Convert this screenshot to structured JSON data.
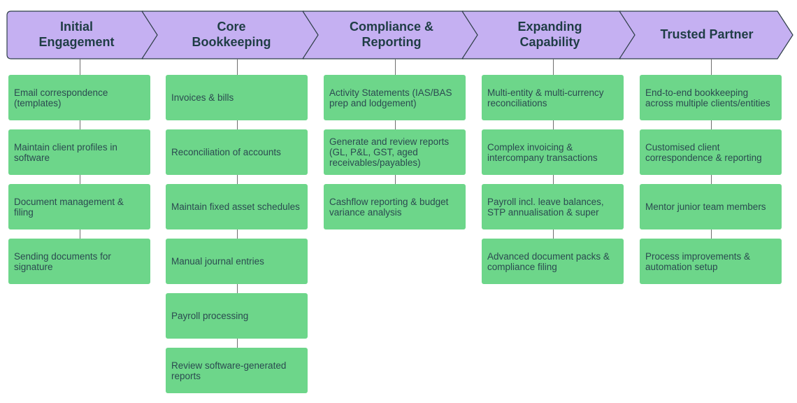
{
  "colors": {
    "stage_fill": "#c5b0f2",
    "stage_stroke": "#2f3f49",
    "card_fill": "#6dd68a",
    "stage_text": "#1f3d45",
    "card_text": "#2b4a50",
    "connector": "#6e6e6e"
  },
  "stages": [
    {
      "title": "Initial\nEngagement",
      "items": [
        "Email correspondence (templates)",
        "Maintain client profiles in software",
        "Document management & filing",
        "Sending documents for signature"
      ]
    },
    {
      "title": "Core\nBookkeeping",
      "items": [
        "Invoices & bills",
        "Reconciliation of accounts",
        "Maintain fixed asset schedules",
        "Manual journal entries",
        "Payroll processing",
        "Review software-generated reports"
      ]
    },
    {
      "title": "Compliance &\nReporting",
      "items": [
        "Activity Statements (IAS/BAS prep and lodgement)",
        "Generate and review reports (GL, P&L, GST, aged receivables/payables)",
        "Cashflow reporting & budget variance analysis"
      ]
    },
    {
      "title": "Expanding\nCapability",
      "items": [
        "Multi-entity & multi-currency reconciliations",
        "Complex invoicing & intercompany transactions",
        "Payroll incl. leave balances, STP annualisation & super",
        "Advanced document packs & compliance filing"
      ]
    },
    {
      "title": "Trusted Partner",
      "items": [
        "End-to-end bookkeeping across multiple clients/entities",
        "Customised client correspondence & reporting",
        "Mentor junior team members",
        "Process improvements & automation setup"
      ]
    }
  ]
}
